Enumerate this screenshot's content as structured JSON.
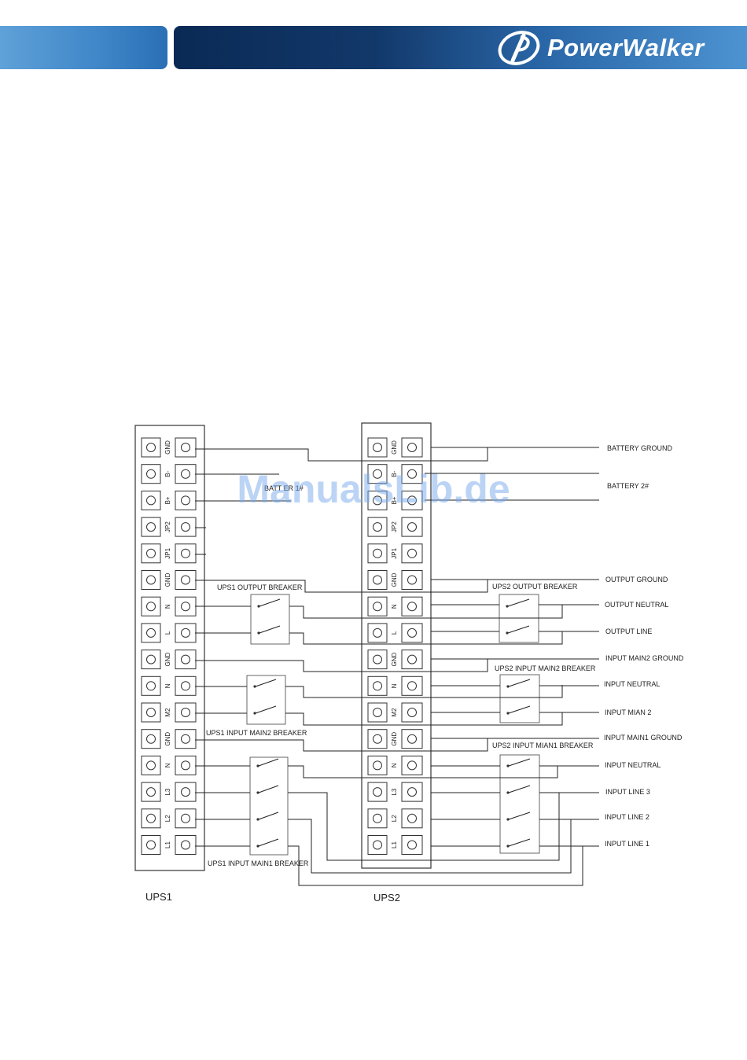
{
  "header": {
    "brand": "PowerWalker",
    "brand_color": "#ffffff",
    "dark_bar_color": "#0a2a55",
    "light_bar_color": "#4d93d2",
    "logo_icon": "powerwalker-swirl-icon"
  },
  "watermark": "ManualsLib.de",
  "diagram": {
    "ups1": {
      "caption": "UPS1",
      "terminals": [
        "GND",
        "B-",
        "B+",
        "JP2",
        "JP1",
        "GND",
        "N",
        "L",
        "GND",
        "N",
        "M2",
        "GND",
        "N",
        "L3",
        "L2",
        "L1"
      ]
    },
    "ups2": {
      "caption": "UPS2",
      "terminals": [
        "GND",
        "B-",
        "B+",
        "JP2",
        "JP1",
        "GND",
        "N",
        "L",
        "GND",
        "N",
        "M2",
        "GND",
        "N",
        "L3",
        "L2",
        "L1"
      ]
    },
    "battery_label": "BATT ER 1#",
    "breakers": {
      "ups1_output": "UPS1 OUTPUT BREAKER",
      "ups2_output": "UPS2 OUTPUT BREAKER",
      "ups1_main2": "UPS1 INPUT MAIN2 BREAKER",
      "ups2_main2": "UPS2 INPUT MAIN2 BREAKER",
      "ups1_main1": "UPS1 INPUT MAIN1 BREAKER",
      "ups2_main1": "UPS2 INPUT MIAN1 BREAKER"
    },
    "right_labels": {
      "battery_ground": "BATTERY GROUND",
      "battery_2": "BATTERY 2#",
      "output_ground": "OUTPUT GROUND",
      "output_neutral": "OUTPUT NEUTRAL",
      "output_line": "OUTPUT LINE",
      "input_main2_ground": "INPUT MAIN2 GROUND",
      "input_neutral_1": "INPUT NEUTRAL",
      "input_mian2": "INPUT MIAN 2",
      "input_main1_ground": "INPUT MAIN1 GROUND",
      "input_neutral_2": "INPUT NEUTRAL",
      "input_line_3": "INPUT LINE 3",
      "input_line_2": "INPUT LINE 2",
      "input_line_1": "INPUT LINE 1"
    }
  }
}
